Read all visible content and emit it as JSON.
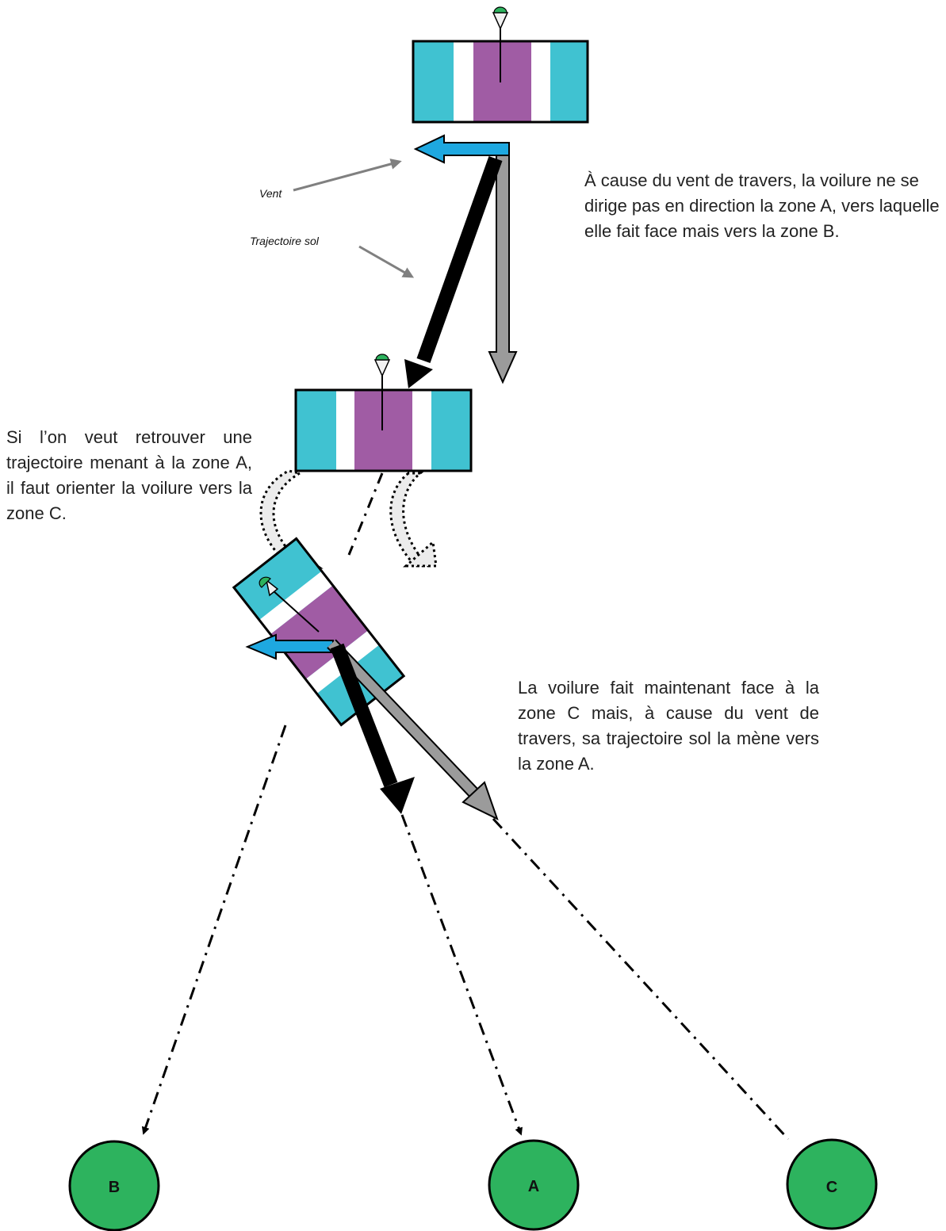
{
  "labels": {
    "wind": "Vent",
    "ground_track": "Trajectoire sol"
  },
  "texts": {
    "top_right": "À cause du vent de travers, la voilure ne se dirige pas en direction la zone A, vers laquelle elle fait face mais vers la zone B.",
    "left": "Si l’on veut retrouver une trajectoire menant à la zone A, il faut orienter la voilure vers la zone C.",
    "bottom_right": "La voilure fait maintenant face à la zone C mais, à cause du vent de travers, sa trajectoire sol la mène vers la zone A."
  },
  "zones": [
    {
      "letter": "B"
    },
    {
      "letter": "A"
    },
    {
      "letter": "C"
    }
  ],
  "colors": {
    "canopy_outer": "#40C2D1",
    "canopy_center": "#A05CA4",
    "wind_arrow": "#1EA8E0",
    "heading_arrow": "#9B9B9B",
    "track_arrow": "#000000",
    "zone_fill": "#2DB35E",
    "jumper_head": "#2DB35E",
    "label_arrow": "#808080"
  }
}
